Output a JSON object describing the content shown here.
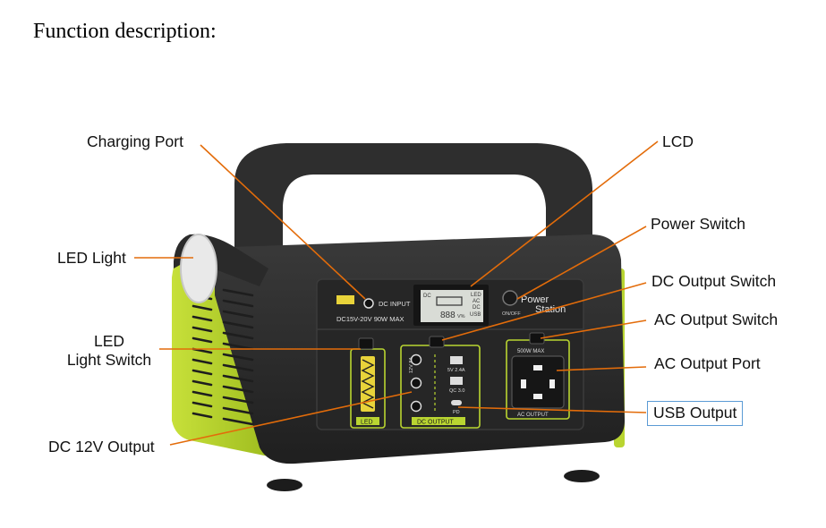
{
  "heading": "Function description:",
  "labels": {
    "charging_port": "Charging Port",
    "lcd": "LCD",
    "power_switch": "Power Switch",
    "led_light": "LED Light",
    "dc_output_switch": "DC Output Switch",
    "led_light_switch_line1": "LED",
    "led_light_switch_line2": "Light Switch",
    "ac_output_switch": "AC Output Switch",
    "ac_output_port": "AC Output Port",
    "usb_output": "USB Output",
    "dc_12v_output": "DC 12V Output"
  },
  "device_text": {
    "dc_input": "DC INPUT",
    "dc_input_spec": "DC15V-20V  90W  MAX",
    "power_station_line1": "Power",
    "power_station_line2": "Station",
    "on_off": "ON/OFF",
    "lcd_dc": "DC",
    "lcd_led": "LED",
    "lcd_ac": "AC",
    "lcd_dc2": "DC",
    "lcd_usb": "USB",
    "lcd_digits": "888",
    "lcd_unit": "V%",
    "dc_spec": "12V  8A",
    "usb_spec1": "5V  2.4A",
    "usb_spec2": "QC  3.0",
    "pd": "PD",
    "dc_output": "DC  OUTPUT",
    "led": "LED",
    "ac_max": "500W  MAX",
    "ac_output": "AC  OUTPUT"
  },
  "colors": {
    "leader": "#e36c0a",
    "body": "#2b2b2b",
    "accent": "#b9d531",
    "box_border": "#5b9bd5"
  }
}
